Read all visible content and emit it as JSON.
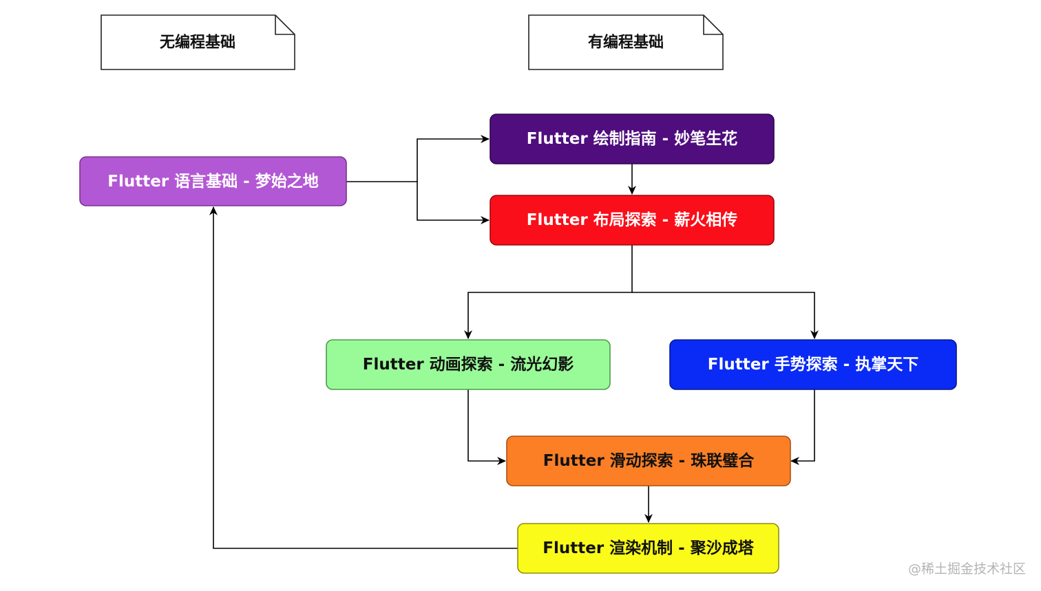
{
  "notes": {
    "no_basics": "无编程基础",
    "has_basics": "有编程基础"
  },
  "nodes": {
    "language": {
      "label": "Flutter 语言基础 - 梦始之地",
      "fill": "#B358D4",
      "stroke": "#7A3390",
      "text_color": "#ffffff"
    },
    "painting": {
      "label": "Flutter 绘制指南 - 妙笔生花",
      "fill": "#4F0D7E",
      "stroke": "#2E0748",
      "text_color": "#ffffff"
    },
    "layout": {
      "label": "Flutter 布局探索 - 薪火相传",
      "fill": "#FA0E1A",
      "stroke": "#9A0A10",
      "text_color": "#ffffff"
    },
    "animation": {
      "label": "Flutter 动画探索 - 流光幻影",
      "fill": "#99FB98",
      "stroke": "#4E9A4E",
      "text_color": "#111111"
    },
    "gesture": {
      "label": "Flutter 手势探索 - 执掌天下",
      "fill": "#0A2AF5",
      "stroke": "#06198F",
      "text_color": "#ffffff"
    },
    "scrolling": {
      "label": "Flutter 滑动探索 - 珠联璧合",
      "fill": "#FC7F25",
      "stroke": "#A85117",
      "text_color": "#111111"
    },
    "rendering": {
      "label": "Flutter 渲染机制 - 聚沙成塔",
      "fill": "#FBFB1A",
      "stroke": "#8E8E10",
      "text_color": "#111111"
    }
  },
  "watermark": "@稀土掘金技术社区"
}
